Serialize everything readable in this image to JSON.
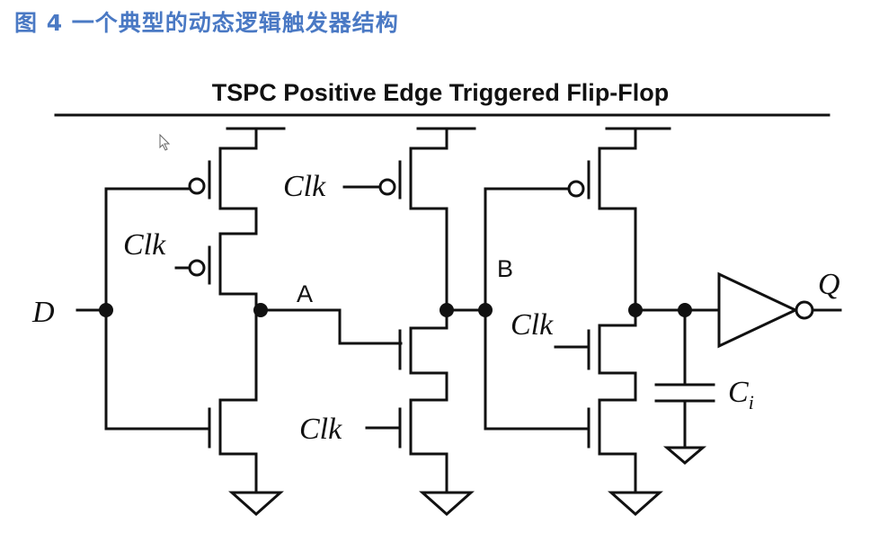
{
  "caption": "图 4 一个典型的动态逻辑触发器结构",
  "diagram": {
    "title": "TSPC Positive Edge Triggered Flip-Flop",
    "labels": {
      "input_d": "D",
      "output_q": "Q",
      "node_a": "A",
      "node_b": "B",
      "clk": "Clk",
      "cap": "C",
      "cap_sub": "i"
    }
  }
}
